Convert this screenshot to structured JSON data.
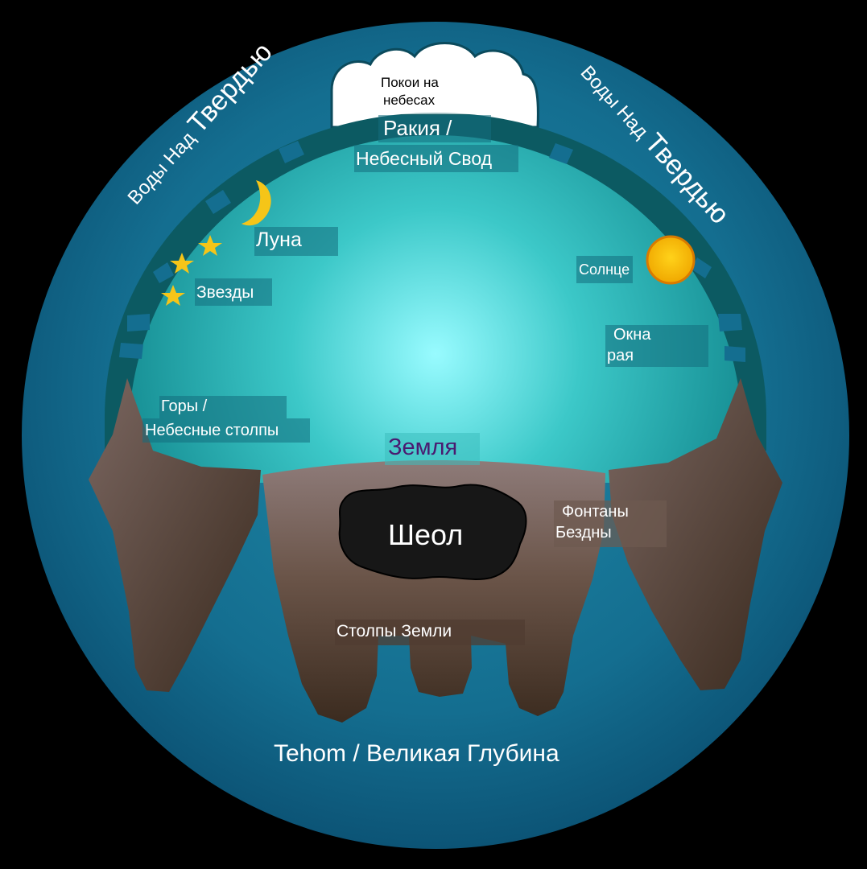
{
  "colors": {
    "background": "#000000",
    "outer_water": "#0f5f80",
    "firmament": "#0d5a60",
    "sky_center": "#8ff8ff",
    "sky_edge": "#1a9c9c",
    "earth_top": "#8c7a78",
    "earth_bottom": "#3a2a1e",
    "sheol": "#161616",
    "sun": "#f7c300",
    "moon_star": "#f5c518",
    "earth_label": "#4a1a70"
  },
  "labels": {
    "heaven_chambers_line1": "Покои на",
    "heaven_chambers_line2": "небесах",
    "firmament_line1": "Ракия /",
    "firmament_line2": "Небесный Свод",
    "waters_left_small": "Воды Над",
    "waters_left_big": "Твердью",
    "waters_right_small": "Воды Над",
    "waters_right_big": "Твердью",
    "moon": "Луна",
    "stars": "Звезды",
    "sun": "Солнце",
    "windows_line1": "Окна",
    "windows_line2": "рая",
    "mountains_line1": "Горы /",
    "mountains_line2": "Небесные столпы",
    "earth": "Земля",
    "sheol": "Шеол",
    "fountains_line1": "Фонтаны",
    "fountains_line2": "Бездны",
    "pillars": "Столпы Земли",
    "tehom": "Tehom / Великая Глубина"
  },
  "icons": {
    "moon": "crescent-moon-icon",
    "stars": "star-icon",
    "sun": "sun-icon",
    "clouds": "cloud-icon"
  }
}
